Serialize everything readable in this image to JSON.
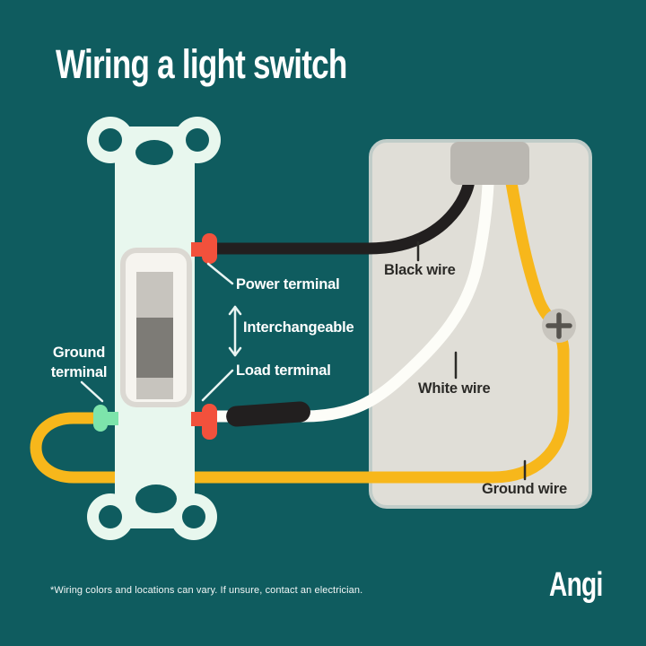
{
  "title": "Wiring a light switch",
  "diagram": {
    "switch_labels": {
      "power_terminal": "Power terminal",
      "interchangeable": "Interchangeable",
      "load_terminal": "Load terminal",
      "ground_terminal_lines": [
        "Ground",
        "terminal"
      ]
    },
    "wire_labels": {
      "black_wire": "Black wire",
      "white_wire": "White wire",
      "ground_wire": "Ground wire"
    },
    "icons": [
      "light-switch-plate-icon",
      "switch-toggle-icon",
      "power-terminal-screw-icon",
      "load-terminal-screw-icon",
      "ground-terminal-screw-icon",
      "junction-box-icon",
      "cable-clamp-icon",
      "phillips-screw-icon",
      "interchangeable-double-arrow-icon"
    ]
  },
  "colors": {
    "background": "#0f5c5f",
    "plate_mint": "#e8f7ee",
    "terminal_red": "#f2513c",
    "terminal_green": "#7de4ab",
    "wire_yellow": "#f7b71b",
    "wire_black": "#221f1f",
    "wire_white": "#fdfdf8",
    "box_gray": "#e0ded7",
    "label_dark": "#2b2a27",
    "label_light": "#ffffff"
  },
  "footer": {
    "disclaimer": "*Wiring colors and locations can vary. If unsure, contact an electrician.",
    "brand": "Angi"
  }
}
